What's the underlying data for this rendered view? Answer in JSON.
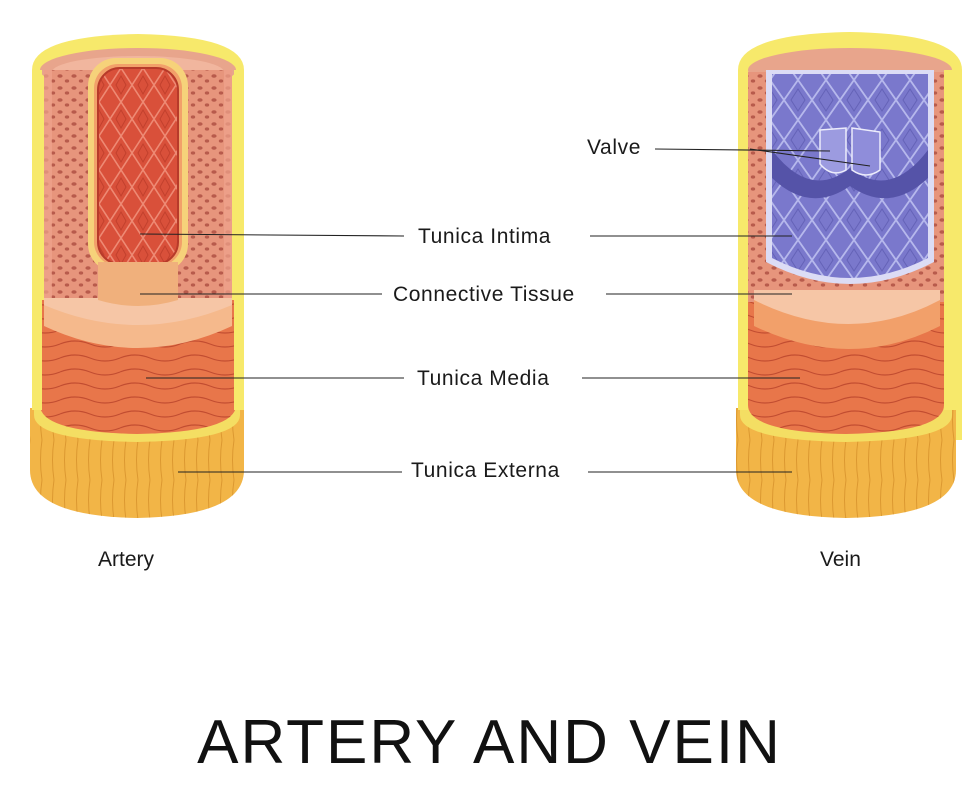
{
  "title": "ARTERY AND VEIN",
  "vessels": {
    "artery": {
      "caption": "Artery"
    },
    "vein": {
      "caption": "Vein"
    }
  },
  "labels": {
    "valve": "Valve",
    "tunica_intima": "Tunica Intima",
    "connective_tissue": "Connective Tissue",
    "tunica_media": "Tunica Media",
    "tunica_externa": "Tunica Externa"
  },
  "colors": {
    "tunica_externa": "#f2b547",
    "outer_rim": "#f7e96b",
    "tunica_media": "#e8764a",
    "connective_tissue": "#f2a06a",
    "artery_intima": "#d9503a",
    "vein_intima": "#7a78cc"
  }
}
